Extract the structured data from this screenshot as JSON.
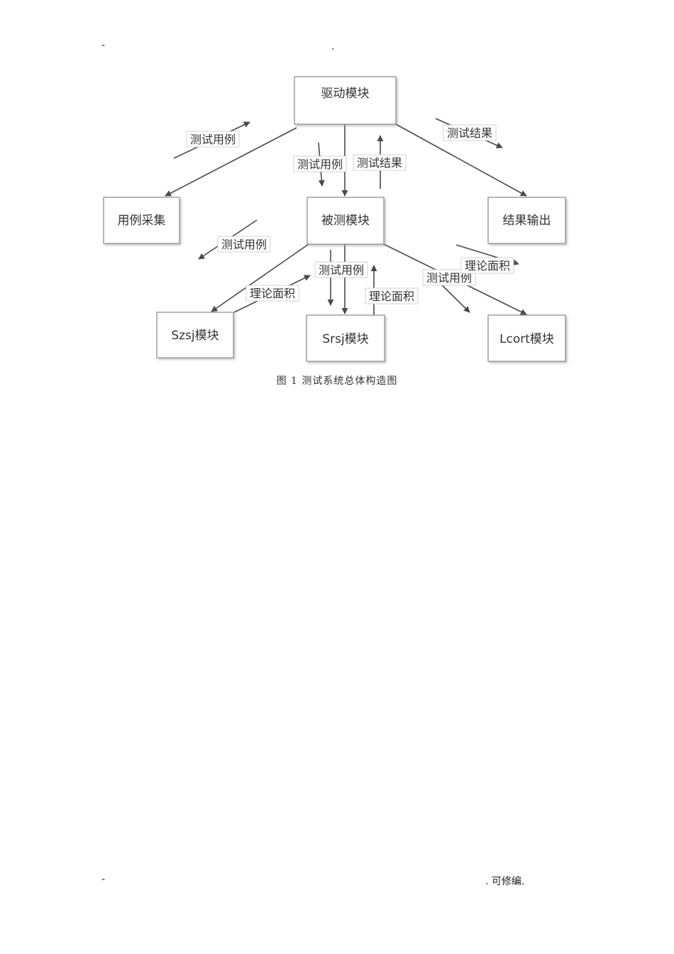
{
  "header": {
    "left_mark": "-",
    "right_mark": "."
  },
  "footer": {
    "left_mark": "-",
    "right_text": ". 可修编."
  },
  "diagram": {
    "nodes": {
      "driver": "驱动模块",
      "case_collect": "用例采集",
      "tested": "被测模块",
      "result_output": "结果输出",
      "szsj": "Szsj模块",
      "srsj": "Srsj模块",
      "lcort": "Lcort模块"
    },
    "labels": {
      "driver_to_collect": "测试用例",
      "driver_to_tested": "测试用例",
      "tested_to_driver": "测试结果",
      "driver_to_output": "测试结果",
      "collect_to_tested": "测试用例",
      "szsj_to_tested": "理论面积",
      "tested_to_srsj": "测试用例",
      "srsj_to_tested": "理论面积",
      "tested_to_lcort": "测试用例",
      "lcort_to_tested": "理论面积"
    }
  },
  "caption": "图 1 测试系统总体构造图"
}
